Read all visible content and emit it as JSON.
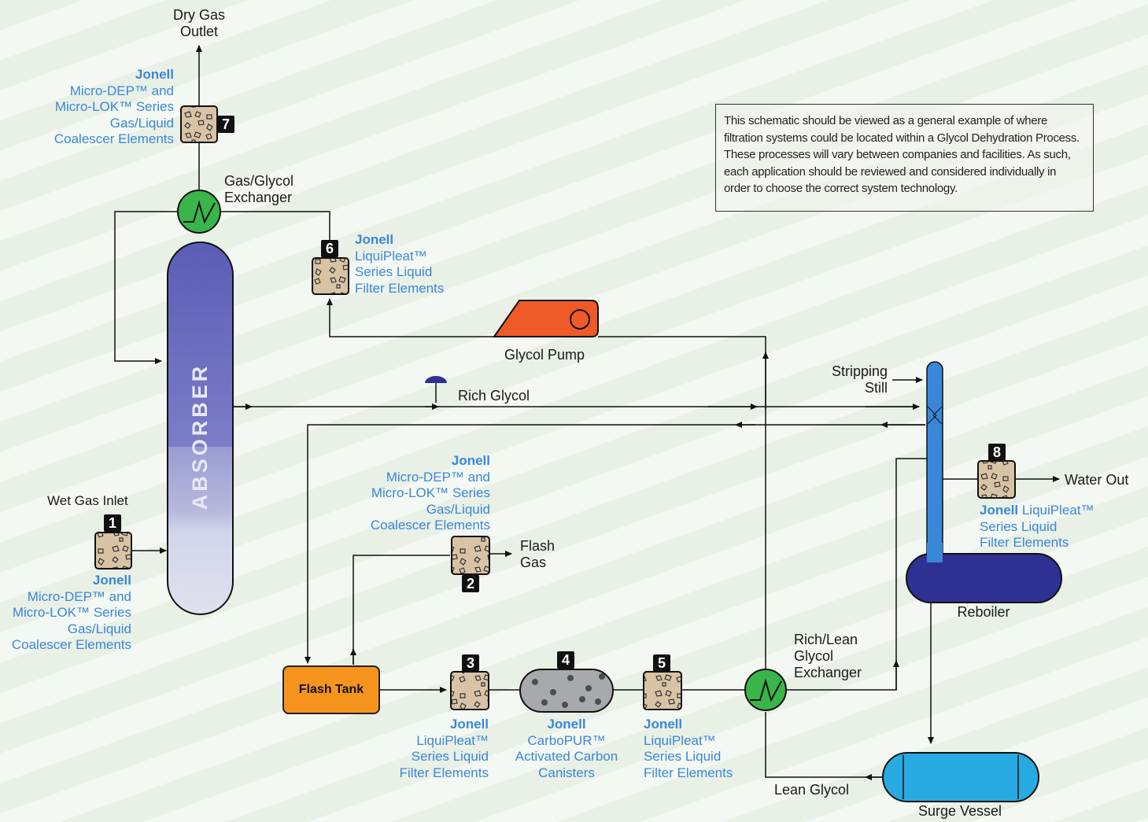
{
  "outlets": {
    "dry_gas": "Dry Gas\nOutlet",
    "wet_gas": "Wet Gas Inlet",
    "flash_gas": "Flash\nGas",
    "water_out": "Water Out",
    "lean_glycol": "Lean Glycol",
    "rich_glycol": "Rich Glycol"
  },
  "equipment": {
    "absorber": "ABSORBER",
    "gas_glycol_exchanger": "Gas/Glycol\nExchanger",
    "glycol_pump": "Glycol Pump",
    "stripping_still": "Stripping\nStill",
    "reboiler": "Reboiler",
    "flash_tank": "Flash Tank",
    "rich_lean_exchanger": "Rich/Lean\nGlycol\nExchanger",
    "surge_vessel": "Surge Vessel"
  },
  "filters": [
    {
      "num": "1",
      "brand": "Jonell",
      "desc": "Micro-DEP™ and\nMicro-LOK™ Series\nGas/Liquid\nCoalescer Elements"
    },
    {
      "num": "2",
      "brand": "Jonell",
      "desc": "Micro-DEP™ and\nMicro-LOK™ Series\nGas/Liquid\nCoalescer Elements"
    },
    {
      "num": "3",
      "brand": "Jonell",
      "desc": "LiquiPleat™\nSeries Liquid\nFilter Elements"
    },
    {
      "num": "4",
      "brand": "Jonell",
      "desc": "CarboPUR™\nActivated Carbon\nCanisters"
    },
    {
      "num": "5",
      "brand": "Jonell",
      "desc": "LiquiPleat™\nSeries Liquid\nFilter Elements"
    },
    {
      "num": "6",
      "brand": "Jonell",
      "desc": "LiquiPleat™\nSeries Liquid\nFilter Elements"
    },
    {
      "num": "7",
      "brand": "Jonell",
      "desc": "Micro-DEP™ and\nMicro-LOK™ Series\nGas/Liquid\nCoalescer Elements"
    },
    {
      "num": "8",
      "brand": "Jonell",
      "desc_inline": "LiquiPleat™",
      "desc": "Series Liquid\nFilter Elements"
    }
  ],
  "note": "This schematic should be viewed as a general example of where filtration systems could be located within a Glycol Dehydration Process. These processes will vary between companies and facilities. As such, each application should be reviewed and considered individually in order to choose the correct system technology.",
  "colors": {
    "accent_blue": "#3a87d8",
    "absorber": "#6e6fbf",
    "pump": "#f05a28",
    "flash_tank": "#f7941d",
    "exchanger": "#39b54a",
    "reboiler": "#2e3192",
    "surge_vessel": "#27aae1",
    "filter": "#d8c3a5"
  }
}
